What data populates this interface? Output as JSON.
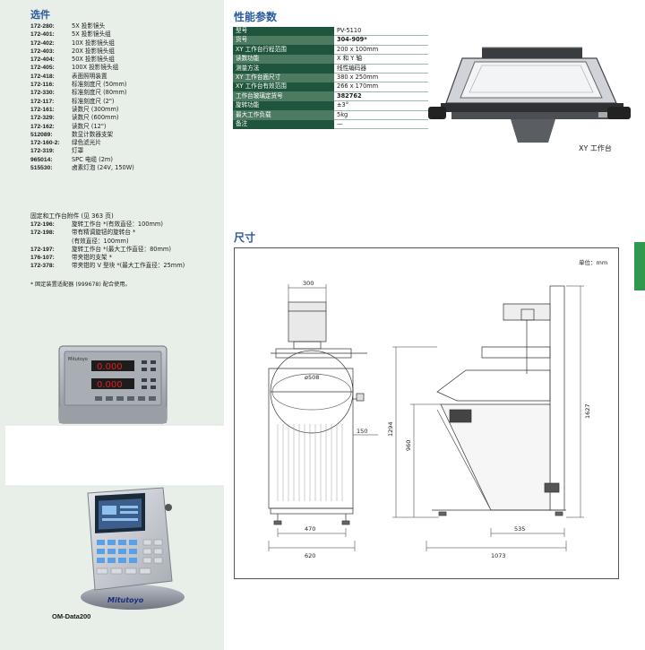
{
  "options": {
    "title": "选件",
    "items": [
      {
        "code": "172-280:",
        "desc": "5X 投影镜头"
      },
      {
        "code": "172-401:",
        "desc": "5X 投影镜头组"
      },
      {
        "code": "172-402:",
        "desc": "10X 投影镜头组"
      },
      {
        "code": "172-403:",
        "desc": "20X 投影镜头组"
      },
      {
        "code": "172-404:",
        "desc": "50X 投影镜头组"
      },
      {
        "code": "172-405:",
        "desc": "100X 投影镜头组"
      },
      {
        "code": "172-418:",
        "desc": "表面照明装置"
      },
      {
        "code": "172-116:",
        "desc": "标准刻度尺 (50mm)"
      },
      {
        "code": "172-330:",
        "desc": "标准刻度尺 (80mm)"
      },
      {
        "code": "172-117:",
        "desc": "标准刻度尺 (2\")"
      },
      {
        "code": "172-161:",
        "desc": "读数尺 (300mm)"
      },
      {
        "code": "172-329:",
        "desc": "读数尺 (600mm)"
      },
      {
        "code": "172-162:",
        "desc": "读数尺 (12\")"
      },
      {
        "code": "512089:",
        "desc": "数显计数器支架"
      },
      {
        "code": "172-160-2:",
        "desc": "绿色滤光片"
      },
      {
        "code": "172-319:",
        "desc": "灯罩"
      },
      {
        "code": "965014:",
        "desc": "SPC 电缆 (2m)"
      },
      {
        "code": "515530:",
        "desc": "卤素灯泡 (24V, 150W)"
      }
    ],
    "accessory_heading": "固定和工作台附件 (见 363 页)",
    "accessories": [
      {
        "code": "172-196:",
        "desc": "旋转工作台 *(有效直径：100mm)"
      },
      {
        "code": "172-198:",
        "desc": "带有精调旋钮的旋转台 *"
      },
      {
        "code": "",
        "desc": "(有效直径：100mm)"
      },
      {
        "code": "172-197:",
        "desc": "旋转工作台 *(最大工作直径：80mm)"
      },
      {
        "code": "176-107:",
        "desc": "带夹钳的支架 *"
      },
      {
        "code": "172-378:",
        "desc": "带夹钳的 V 型块 *(最大工作直径：25mm)"
      }
    ],
    "note": "* 固定装置适配器 (999678) 配合使用。"
  },
  "counter": {
    "display1": "0.000",
    "display2": "0.000",
    "brand": "Mitutoyo"
  },
  "omdata": {
    "label": "OM-Data200",
    "brand": "Mitutoyo"
  },
  "specs": {
    "title": "性能参数",
    "rows": [
      {
        "key": "型号",
        "value": "PV-5110",
        "bold": false
      },
      {
        "key": "货号",
        "value": "304-909*",
        "bold": true
      },
      {
        "key": "XY 工作台行程范围",
        "value": "200 x 100mm",
        "bold": false
      },
      {
        "key": "读数功能",
        "value": "X 和 Y 轴",
        "bold": false
      },
      {
        "key": "测量方法",
        "value": "线性编码器",
        "bold": false
      },
      {
        "key": "XY 工作台面尺寸",
        "value": "380 x 250mm",
        "bold": false
      },
      {
        "key": "XY 工作台有效范围",
        "value": "266 x 170mm",
        "bold": false
      },
      {
        "key": "工作台玻璃定货号",
        "value": "382762",
        "bold": true
      },
      {
        "key": "旋转功能",
        "value": "±3°",
        "bold": false
      },
      {
        "key": "最大工作负载",
        "value": "5kg",
        "bold": false
      },
      {
        "key": "备注",
        "value": "—",
        "bold": false
      }
    ]
  },
  "xy_stage_label": "XY 工作台",
  "dimensions": {
    "title": "尺寸",
    "unit": "单位：mm",
    "labels": {
      "width_top": "300",
      "screen_dia": "ø508",
      "side": "150",
      "base_inner": "470",
      "base_outer": "620",
      "height_mid": "1294",
      "height_low": "960",
      "height_full": "1627",
      "depth_part": "535",
      "depth_total": "1073"
    }
  },
  "colors": {
    "heading": "#2a5b9c",
    "spec_dark": "#20553d",
    "spec_light": "#4c7b61",
    "left_bg": "#e7efe8",
    "tab": "#2f9a4e"
  }
}
